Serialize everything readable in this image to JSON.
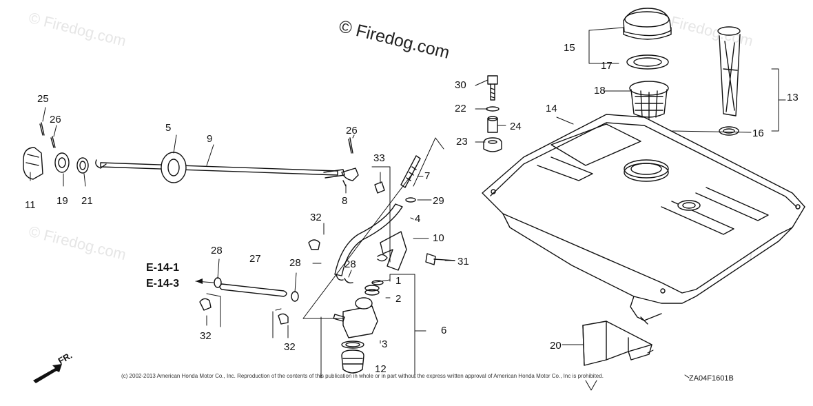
{
  "diagram": {
    "brand_watermark": "© Firedog.com",
    "faint_watermark": "© Firedog.com",
    "copyright": "(c) 2002-2013 American Honda Motor Co., Inc. Reproduction of the contents of this publication in whole or in part without the express written approval of American Honda Motor Co., Inc is prohibited.",
    "diagram_code": "ZA04F1601B",
    "front_indicator": "FR.",
    "references": [
      "E-14-1",
      "E-14-3"
    ],
    "callouts": [
      "1",
      "2",
      "3",
      "4",
      "5",
      "6",
      "7",
      "8",
      "9",
      "10",
      "11",
      "12",
      "13",
      "14",
      "15",
      "16",
      "17",
      "18",
      "19",
      "20",
      "21",
      "22",
      "23",
      "24",
      "25",
      "26",
      "26",
      "27",
      "28",
      "28",
      "28",
      "29",
      "30",
      "31",
      "32",
      "32",
      "32",
      "33"
    ]
  }
}
